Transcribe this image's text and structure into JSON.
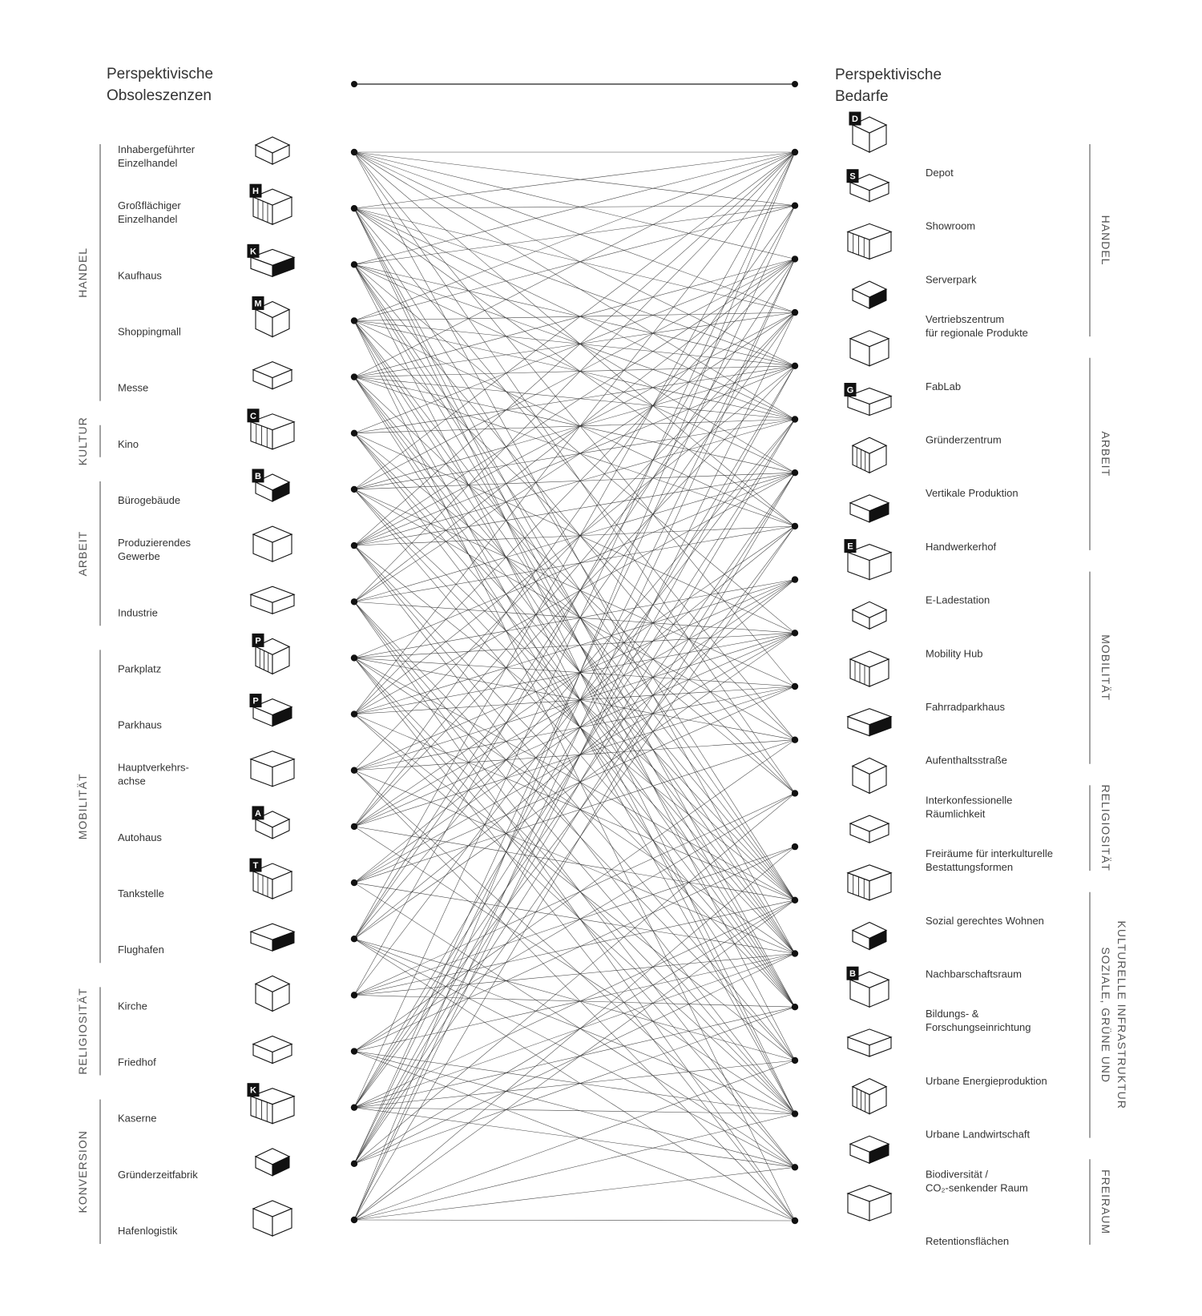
{
  "header": {
    "left_title_line1": "Perspektivische",
    "left_title_line2": "Obsoleszenzen",
    "right_title_line1": "Perspektivische",
    "right_title_line2": "Bedarfe"
  },
  "left_groups": [
    {
      "label": "HANDEL",
      "from": 0,
      "to": 4
    },
    {
      "label": "KULTUR",
      "from": 5,
      "to": 5
    },
    {
      "label": "ARBEIT",
      "from": 6,
      "to": 8
    },
    {
      "label": "MOBILITÄT",
      "from": 9,
      "to": 14
    },
    {
      "label": "RELIGIOSITÄT",
      "from": 15,
      "to": 16
    },
    {
      "label": "KONVERSION",
      "from": 17,
      "to": 19
    }
  ],
  "left_items": [
    {
      "lines": [
        "Inhabergeführter",
        "Einzelhandel"
      ],
      "icon": "row-of-shops-icon",
      "letter": ""
    },
    {
      "lines": [
        "Großflächiger",
        "Einzelhandel"
      ],
      "icon": "big-box-store-icon",
      "letter": "H"
    },
    {
      "lines": [
        "Kaufhaus"
      ],
      "icon": "department-store-icon",
      "letter": "K"
    },
    {
      "lines": [
        "Shoppingmall"
      ],
      "icon": "shopping-mall-icon",
      "letter": "M"
    },
    {
      "lines": [
        "Messe"
      ],
      "icon": "exhibition-halls-icon",
      "letter": ""
    },
    {
      "lines": [
        "Kino"
      ],
      "icon": "cinema-icon",
      "letter": "C"
    },
    {
      "lines": [
        "Bürogebäude"
      ],
      "icon": "office-tower-icon",
      "letter": "B"
    },
    {
      "lines": [
        "Produzierendes",
        "Gewerbe"
      ],
      "icon": "sawtooth-factory-icon",
      "letter": ""
    },
    {
      "lines": [
        "Industrie"
      ],
      "icon": "industry-chimney-icon",
      "letter": ""
    },
    {
      "lines": [
        "Parkplatz"
      ],
      "icon": "parking-sign-icon",
      "letter": "P"
    },
    {
      "lines": [
        "Parkhaus"
      ],
      "icon": "parking-garage-icon",
      "letter": "P"
    },
    {
      "lines": [
        "Hauptverkehrs-",
        "achse"
      ],
      "icon": "main-road-icon",
      "letter": ""
    },
    {
      "lines": [
        "Autohaus"
      ],
      "icon": "car-dealership-icon",
      "letter": "A"
    },
    {
      "lines": [
        "Tankstelle"
      ],
      "icon": "gas-station-icon",
      "letter": "T"
    },
    {
      "lines": [
        "Flughafen"
      ],
      "icon": "airport-icon",
      "letter": ""
    },
    {
      "lines": [
        "Kirche"
      ],
      "icon": "church-icon",
      "letter": ""
    },
    {
      "lines": [
        "Friedhof"
      ],
      "icon": "cemetery-icon",
      "letter": ""
    },
    {
      "lines": [
        "Kaserne"
      ],
      "icon": "barracks-icon",
      "letter": "K"
    },
    {
      "lines": [
        "Gründerzeitfabrik"
      ],
      "icon": "historic-factory-icon",
      "letter": ""
    },
    {
      "lines": [
        "Hafenlogistik"
      ],
      "icon": "cargo-ship-icon",
      "letter": ""
    }
  ],
  "right_groups": [
    {
      "label": "HANDEL",
      "from": 0,
      "to": 3
    },
    {
      "label": "ARBEIT",
      "from": 4,
      "to": 7
    },
    {
      "label": "MOBILITÄT",
      "from": 8,
      "to": 11
    },
    {
      "label": "RELIGIOSITÄT",
      "from": 12,
      "to": 13
    },
    {
      "label": "SOZIALE, GRÜNE UND|KULTURELLE INFRASTRUKTUR",
      "from": 14,
      "to": 18
    },
    {
      "label": "FREIRAUM",
      "from": 19,
      "to": 20
    }
  ],
  "right_items": [
    {
      "lines": [
        "Depot"
      ],
      "icon": "depot-icon",
      "letter": "D"
    },
    {
      "lines": [
        "Showroom"
      ],
      "icon": "showroom-icon",
      "letter": "S"
    },
    {
      "lines": [
        "Serverpark"
      ],
      "icon": "server-park-icon",
      "letter": ""
    },
    {
      "lines": [
        "Vertriebszentrum",
        "für regionale Produkte"
      ],
      "icon": "distribution-truck-icon",
      "letter": ""
    },
    {
      "lines": [
        "FabLab"
      ],
      "icon": "fablab-icon",
      "letter": ""
    },
    {
      "lines": [
        "Gründerzentrum"
      ],
      "icon": "startup-center-icon",
      "letter": "G"
    },
    {
      "lines": [
        "Vertikale Produktion"
      ],
      "icon": "vertical-production-icon",
      "letter": ""
    },
    {
      "lines": [
        "Handwerkerhof"
      ],
      "icon": "craft-yard-icon",
      "letter": ""
    },
    {
      "lines": [
        "E-Ladestation"
      ],
      "icon": "charging-station-icon",
      "letter": "E"
    },
    {
      "lines": [
        "Mobility Hub"
      ],
      "icon": "mobility-hub-icon",
      "letter": ""
    },
    {
      "lines": [
        "Fahrradparkhaus"
      ],
      "icon": "bike-garage-icon",
      "letter": ""
    },
    {
      "lines": [
        "Aufenthaltsstraße"
      ],
      "icon": "living-street-icon",
      "letter": ""
    },
    {
      "lines": [
        "Interkonfessionelle",
        "Räumlichkeit"
      ],
      "icon": "interfaith-space-icon",
      "letter": ""
    },
    {
      "lines": [
        "Freiräume für interkulturelle",
        "Bestattungsformen"
      ],
      "icon": "burial-grove-icon",
      "letter": ""
    },
    {
      "lines": [
        "Sozial gerechtes Wohnen"
      ],
      "icon": "social-housing-icon",
      "letter": ""
    },
    {
      "lines": [
        "Nachbarschaftsraum"
      ],
      "icon": "neighborhood-space-icon",
      "letter": ""
    },
    {
      "lines": [
        "Bildungs- &",
        "Forschungseinrichtung"
      ],
      "icon": "education-research-icon",
      "letter": "B"
    },
    {
      "lines": [
        "Urbane Energieproduktion"
      ],
      "icon": "wind-turbine-icon",
      "letter": ""
    },
    {
      "lines": [
        "Urbane Landwirtschaft"
      ],
      "icon": "urban-farm-icon",
      "letter": ""
    },
    {
      "lines": [
        "Biodiversität /",
        "CO₂-senkender Raum"
      ],
      "icon": "biodiversity-icon",
      "letter": ""
    },
    {
      "lines": [
        "Retentionsflächen"
      ],
      "icon": "retention-basin-icon",
      "letter": ""
    }
  ],
  "connections": [
    [
      0,
      0
    ],
    [
      0,
      2
    ],
    [
      0,
      3
    ],
    [
      0,
      4
    ],
    [
      0,
      5
    ],
    [
      0,
      7
    ],
    [
      0,
      10
    ],
    [
      0,
      12
    ],
    [
      0,
      15
    ],
    [
      0,
      1
    ],
    [
      1,
      0
    ],
    [
      1,
      1
    ],
    [
      1,
      3
    ],
    [
      1,
      4
    ],
    [
      1,
      5
    ],
    [
      1,
      6
    ],
    [
      1,
      7
    ],
    [
      1,
      11
    ],
    [
      1,
      14
    ],
    [
      1,
      16
    ],
    [
      1,
      17
    ],
    [
      1,
      18
    ],
    [
      2,
      0
    ],
    [
      2,
      1
    ],
    [
      2,
      4
    ],
    [
      2,
      5
    ],
    [
      2,
      6
    ],
    [
      2,
      9
    ],
    [
      2,
      12
    ],
    [
      2,
      14
    ],
    [
      2,
      15
    ],
    [
      2,
      16
    ],
    [
      2,
      18
    ],
    [
      3,
      0
    ],
    [
      3,
      1
    ],
    [
      3,
      3
    ],
    [
      3,
      4
    ],
    [
      3,
      5
    ],
    [
      3,
      7
    ],
    [
      3,
      11
    ],
    [
      3,
      14
    ],
    [
      3,
      15
    ],
    [
      3,
      16
    ],
    [
      3,
      18
    ],
    [
      3,
      20
    ],
    [
      4,
      0
    ],
    [
      4,
      2
    ],
    [
      4,
      3
    ],
    [
      4,
      4
    ],
    [
      4,
      5
    ],
    [
      4,
      6
    ],
    [
      4,
      7
    ],
    [
      4,
      12
    ],
    [
      4,
      14
    ],
    [
      4,
      15
    ],
    [
      4,
      16
    ],
    [
      4,
      17
    ],
    [
      5,
      4
    ],
    [
      5,
      5
    ],
    [
      5,
      12
    ],
    [
      5,
      14
    ],
    [
      5,
      15
    ],
    [
      5,
      16
    ],
    [
      5,
      2
    ],
    [
      5,
      9
    ],
    [
      6,
      0
    ],
    [
      6,
      2
    ],
    [
      6,
      4
    ],
    [
      6,
      5
    ],
    [
      6,
      6
    ],
    [
      6,
      14
    ],
    [
      6,
      15
    ],
    [
      6,
      16
    ],
    [
      6,
      10
    ],
    [
      6,
      11
    ],
    [
      7,
      0
    ],
    [
      7,
      2
    ],
    [
      7,
      3
    ],
    [
      7,
      4
    ],
    [
      7,
      5
    ],
    [
      7,
      6
    ],
    [
      7,
      7
    ],
    [
      7,
      14
    ],
    [
      7,
      16
    ],
    [
      7,
      17
    ],
    [
      7,
      18
    ],
    [
      8,
      0
    ],
    [
      8,
      2
    ],
    [
      8,
      3
    ],
    [
      8,
      6
    ],
    [
      8,
      7
    ],
    [
      8,
      17
    ],
    [
      8,
      18
    ],
    [
      8,
      19
    ],
    [
      8,
      20
    ],
    [
      8,
      9
    ],
    [
      9,
      8
    ],
    [
      9,
      9
    ],
    [
      9,
      10
    ],
    [
      9,
      11
    ],
    [
      9,
      14
    ],
    [
      9,
      15
    ],
    [
      9,
      18
    ],
    [
      9,
      19
    ],
    [
      9,
      20
    ],
    [
      9,
      6
    ],
    [
      10,
      0
    ],
    [
      10,
      2
    ],
    [
      10,
      4
    ],
    [
      10,
      6
    ],
    [
      10,
      8
    ],
    [
      10,
      9
    ],
    [
      10,
      10
    ],
    [
      10,
      14
    ],
    [
      10,
      17
    ],
    [
      10,
      18
    ],
    [
      11,
      8
    ],
    [
      11,
      9
    ],
    [
      11,
      10
    ],
    [
      11,
      11
    ],
    [
      11,
      15
    ],
    [
      11,
      19
    ],
    [
      11,
      20
    ],
    [
      11,
      3
    ],
    [
      12,
      1
    ],
    [
      12,
      3
    ],
    [
      12,
      7
    ],
    [
      12,
      8
    ],
    [
      12,
      9
    ],
    [
      12,
      10
    ],
    [
      12,
      14
    ],
    [
      12,
      18
    ],
    [
      12,
      4
    ],
    [
      13,
      8
    ],
    [
      13,
      9
    ],
    [
      13,
      10
    ],
    [
      13,
      15
    ],
    [
      13,
      11
    ],
    [
      13,
      19
    ],
    [
      13,
      7
    ],
    [
      14,
      0
    ],
    [
      14,
      2
    ],
    [
      14,
      3
    ],
    [
      14,
      8
    ],
    [
      14,
      9
    ],
    [
      14,
      17
    ],
    [
      14,
      18
    ],
    [
      14,
      19
    ],
    [
      14,
      20
    ],
    [
      14,
      5
    ],
    [
      15,
      12
    ],
    [
      15,
      13
    ],
    [
      15,
      14
    ],
    [
      15,
      15
    ],
    [
      15,
      16
    ],
    [
      15,
      5
    ],
    [
      15,
      1
    ],
    [
      16,
      12
    ],
    [
      16,
      13
    ],
    [
      16,
      15
    ],
    [
      16,
      19
    ],
    [
      16,
      20
    ],
    [
      16,
      18
    ],
    [
      16,
      11
    ],
    [
      17,
      0
    ],
    [
      17,
      4
    ],
    [
      17,
      5
    ],
    [
      17,
      6
    ],
    [
      17,
      7
    ],
    [
      17,
      14
    ],
    [
      17,
      15
    ],
    [
      17,
      16
    ],
    [
      17,
      17
    ],
    [
      17,
      18
    ],
    [
      17,
      19
    ],
    [
      18,
      1
    ],
    [
      18,
      4
    ],
    [
      18,
      5
    ],
    [
      18,
      6
    ],
    [
      18,
      7
    ],
    [
      18,
      14
    ],
    [
      18,
      15
    ],
    [
      18,
      16
    ],
    [
      18,
      2
    ],
    [
      18,
      12
    ],
    [
      19,
      0
    ],
    [
      19,
      2
    ],
    [
      19,
      3
    ],
    [
      19,
      6
    ],
    [
      19,
      17
    ],
    [
      19,
      18
    ],
    [
      19,
      19
    ],
    [
      19,
      20
    ],
    [
      19,
      14
    ],
    [
      19,
      13
    ]
  ]
}
